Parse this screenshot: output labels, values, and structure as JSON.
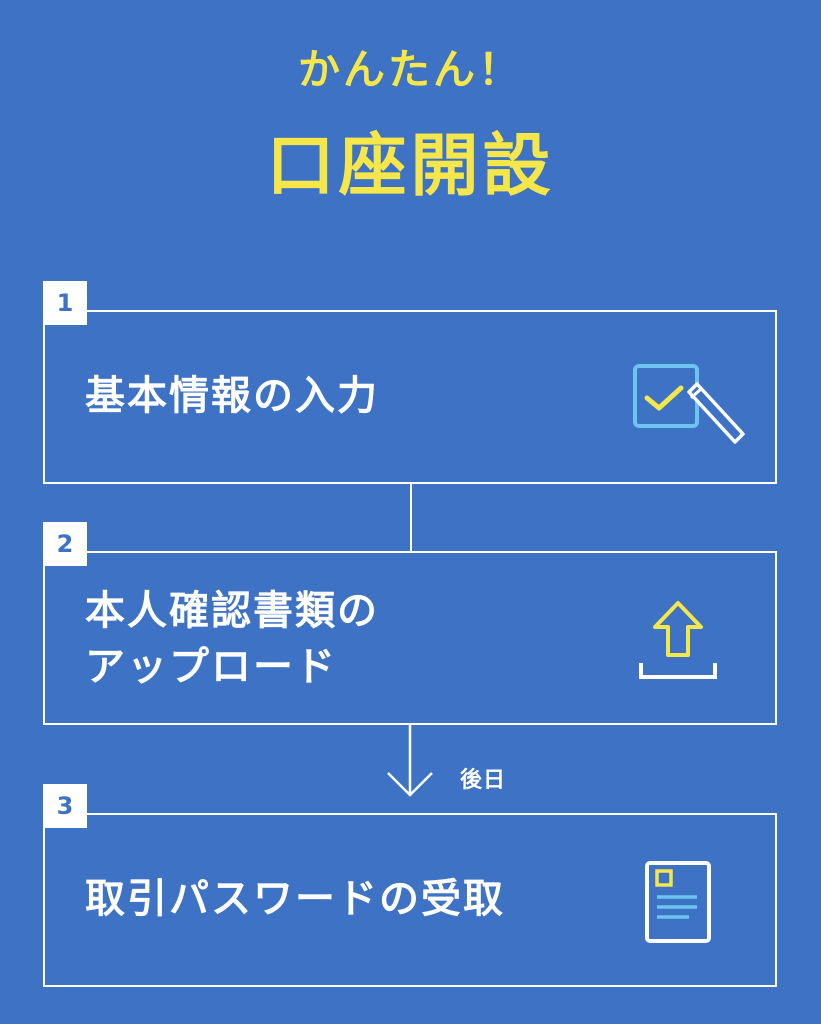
{
  "header": {
    "subtitle": "かんたん！",
    "title": "口座開設"
  },
  "steps": [
    {
      "number": "1",
      "label": "基本情報の入力",
      "icon": "checkbox-pen-icon"
    },
    {
      "number": "2",
      "label": "本人確認書類の\nアップロード",
      "icon": "upload-arrow-icon"
    },
    {
      "number": "3",
      "label": "取引パスワードの受取",
      "icon": "document-icon"
    }
  ],
  "connector": {
    "later_label": "後日"
  },
  "colors": {
    "background": "#3d72c4",
    "heading": "#f5e64a",
    "line": "#ffffff",
    "icon_blue": "#6cc4ef",
    "icon_yellow": "#f5e64a"
  }
}
